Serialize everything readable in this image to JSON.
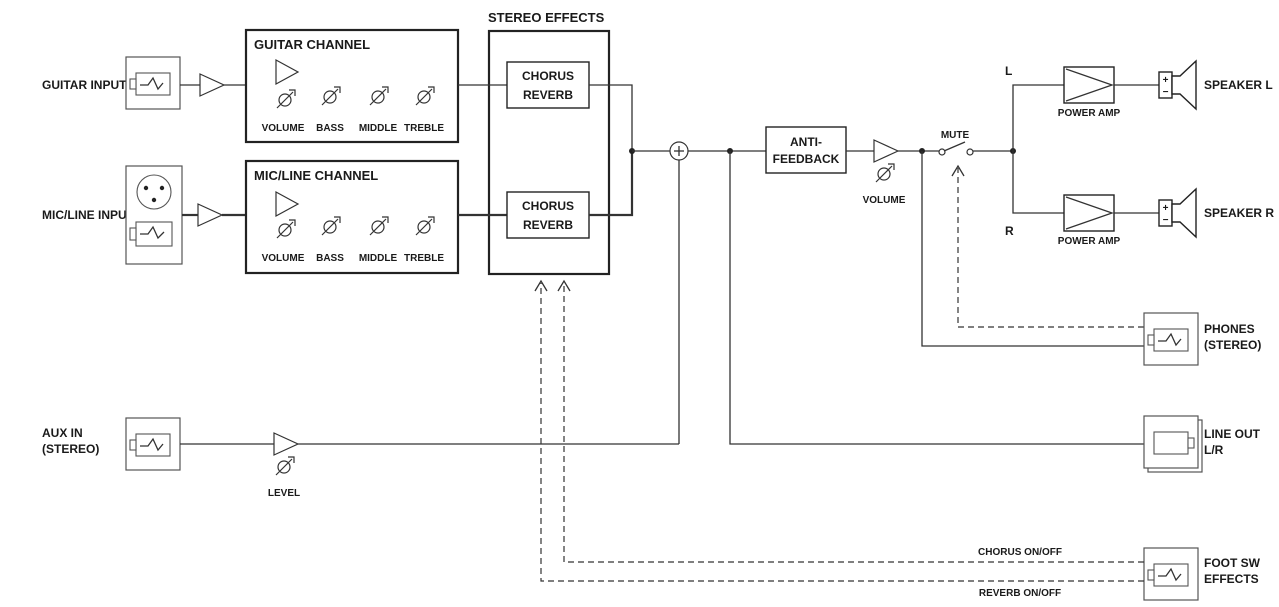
{
  "inputs": {
    "guitar": "GUITAR INPUT",
    "mic_line": "MIC/LINE INPUT",
    "aux_line1": "AUX IN",
    "aux_line2": "(STEREO)"
  },
  "guitar_channel": {
    "title": "GUITAR CHANNEL",
    "controls": [
      "VOLUME",
      "BASS",
      "MIDDLE",
      "TREBLE"
    ]
  },
  "mic_channel": {
    "title": "MIC/LINE CHANNEL",
    "controls": [
      "VOLUME",
      "BASS",
      "MIDDLE",
      "TREBLE"
    ]
  },
  "stereo_effects": {
    "title": "STEREO EFFECTS",
    "unit_line1": "CHORUS",
    "unit_line2": "REVERB"
  },
  "anti_feedback": {
    "line1": "ANTI-",
    "line2": "FEEDBACK"
  },
  "volume": "VOLUME",
  "level": "LEVEL",
  "mute": "MUTE",
  "channels": {
    "left": "L",
    "right": "R"
  },
  "power_amp": "POWER AMP",
  "outputs": {
    "speaker_l": "SPEAKER L",
    "speaker_r": "SPEAKER R",
    "phones_line1": "PHONES",
    "phones_line2": "(STEREO)",
    "line_out_line1": "LINE OUT",
    "line_out_line2": "L/R",
    "foot_sw_line1": "FOOT SW",
    "foot_sw_line2": "EFFECTS"
  },
  "control_lines": {
    "chorus": "CHORUS ON/OFF",
    "reverb": "REVERB ON/OFF"
  },
  "speaker_symbols": {
    "plus": "+",
    "minus": "−"
  }
}
